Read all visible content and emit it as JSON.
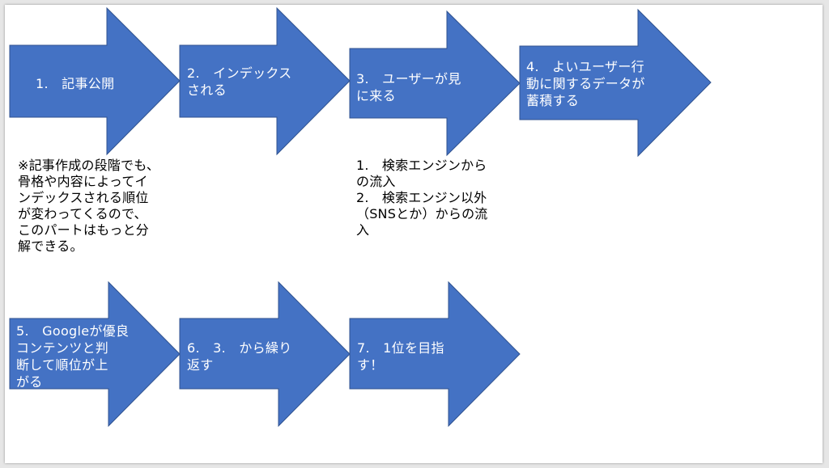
{
  "colors": {
    "arrow_fill": "#4472c4",
    "arrow_stroke": "#2f528f",
    "slide_bg": "#ffffff",
    "frame_bg": "#e6e6e6"
  },
  "steps": [
    {
      "label": "1.　記事公開"
    },
    {
      "label": "2.　インデックス\nされる"
    },
    {
      "label": "3.　ユーザーが見\nに来る"
    },
    {
      "label": "4.　よいユーザー行\n動に関するデータが\n蓄積する"
    },
    {
      "label": "5.　Googleが優良\nコンテンツと判\n断して順位が上\nがる"
    },
    {
      "label": "6.　3.　から繰り\n返す"
    },
    {
      "label": "7.　1位を目指\nす！"
    }
  ],
  "notes": {
    "step1": "※記事作成の段階でも、\n骨格や内容によってイ\nンデックスされる順位\nが変わってくるので、\nこのパートはもっと分\n解できる。",
    "step3": "1.　検索エンジンから\nの流入\n2.　検索エンジン以外\n（SNSとか）からの流\n入"
  }
}
